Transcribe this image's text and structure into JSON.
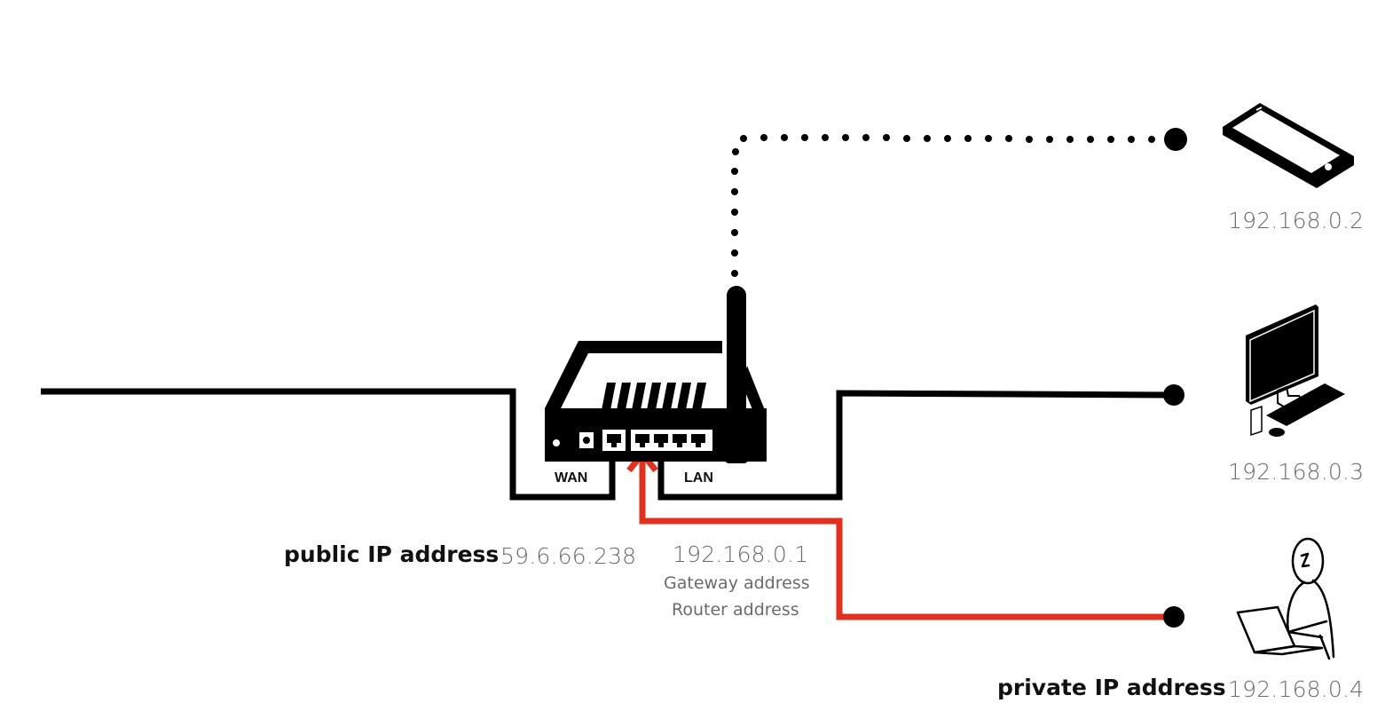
{
  "router": {
    "wan_label": "WAN",
    "lan_label": "LAN",
    "public_ip_caption": "public IP address",
    "public_ip": "59.6.66.238",
    "lan_ip": "192.168.0.1",
    "lan_ip_note_1": "Gateway address",
    "lan_ip_note_2": "Router address"
  },
  "devices": [
    {
      "icon": "smartphone-icon",
      "ip": "192.168.0.2",
      "link": "wireless"
    },
    {
      "icon": "desktop-computer-icon",
      "ip": "192.168.0.3",
      "link": "wired"
    },
    {
      "icon": "person-with-laptop-icon",
      "ip": "192.168.0.4",
      "link": "wired"
    }
  ],
  "private_ip_caption": "private IP address",
  "colors": {
    "line": "#000000",
    "highlight": "#e0321e",
    "text": "#6b6b6b"
  }
}
